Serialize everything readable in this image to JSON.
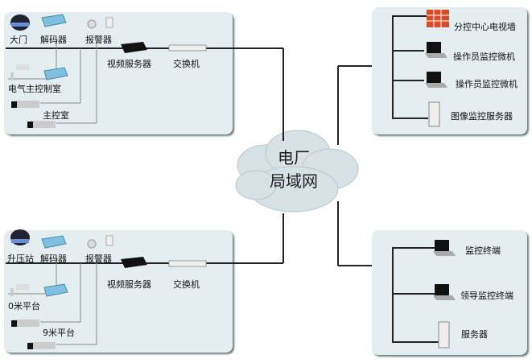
{
  "cloud": {
    "line1": "电厂",
    "line2": "局域网"
  },
  "top_left": {
    "gate": "大门",
    "decoder": "解码器",
    "alarm": "报警器",
    "video_server": "视频服务器",
    "switch": "交换机",
    "electrical_room": "电气主控制室",
    "main_control": "主控室"
  },
  "bottom_left": {
    "substation": "升压站",
    "decoder": "解码器",
    "alarm": "报警器",
    "video_server": "视频服务器",
    "switch": "交换机",
    "platform_0m": "0米平台",
    "platform_9m": "9米平台"
  },
  "top_right": {
    "items": [
      "分控中心电视墙",
      "操作员监控微机",
      "操作员监控微机",
      "图像监控服务器"
    ]
  },
  "bottom_right": {
    "items": [
      "监控终端",
      "领导监控终端",
      "服务器"
    ]
  }
}
